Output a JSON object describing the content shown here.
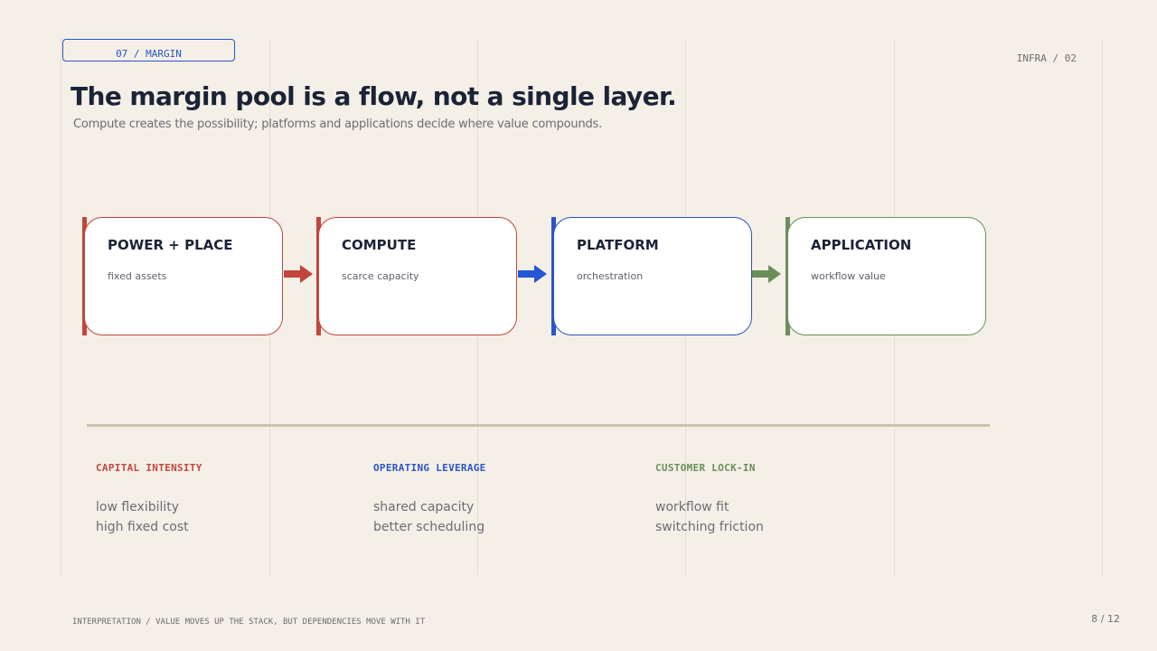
{
  "kicker": "07 / MARGIN",
  "corner_label": "INFRA / 02",
  "title": "The margin pool is a flow, not a single layer.",
  "subtitle": "Compute creates the possibility; platforms and applications decide where value compounds.",
  "colors": {
    "red": "#c2463c",
    "blue": "#2b55c6",
    "blue_arrow": "#2357d6",
    "green": "#6b8f5a"
  },
  "flow": [
    {
      "title": "POWER + PLACE",
      "subtitle": "fixed assets",
      "color": "#c2463c"
    },
    {
      "title": "COMPUTE",
      "subtitle": "scarce capacity",
      "color": "#c2463c"
    },
    {
      "title": "PLATFORM",
      "subtitle": "orchestration",
      "color": "#2b55c6"
    },
    {
      "title": "APPLICATION",
      "subtitle": "workflow value",
      "color": "#6b8f5a"
    }
  ],
  "arrows": [
    {
      "from": "POWER + PLACE",
      "to": "COMPUTE",
      "color": "#c2463c",
      "icon": "arrow-right-icon"
    },
    {
      "from": "COMPUTE",
      "to": "PLATFORM",
      "color": "#2357d6",
      "icon": "arrow-right-icon"
    },
    {
      "from": "PLATFORM",
      "to": "APPLICATION",
      "color": "#6b8f5a",
      "icon": "arrow-right-icon"
    }
  ],
  "columns": [
    {
      "heading": "CAPITAL INTENSITY",
      "color": "#c2463c",
      "lines": [
        "low flexibility",
        "high fixed cost"
      ]
    },
    {
      "heading": "OPERATING LEVERAGE",
      "color": "#2b55c6",
      "lines": [
        "shared capacity",
        "better scheduling"
      ]
    },
    {
      "heading": "CUSTOMER LOCK-IN",
      "color": "#6b8f5a",
      "lines": [
        "workflow fit",
        "switching friction"
      ]
    }
  ],
  "footer": "INTERPRETATION / VALUE MOVES UP THE STACK, BUT DEPENDENCIES MOVE WITH IT",
  "page_number": "8 / 12"
}
